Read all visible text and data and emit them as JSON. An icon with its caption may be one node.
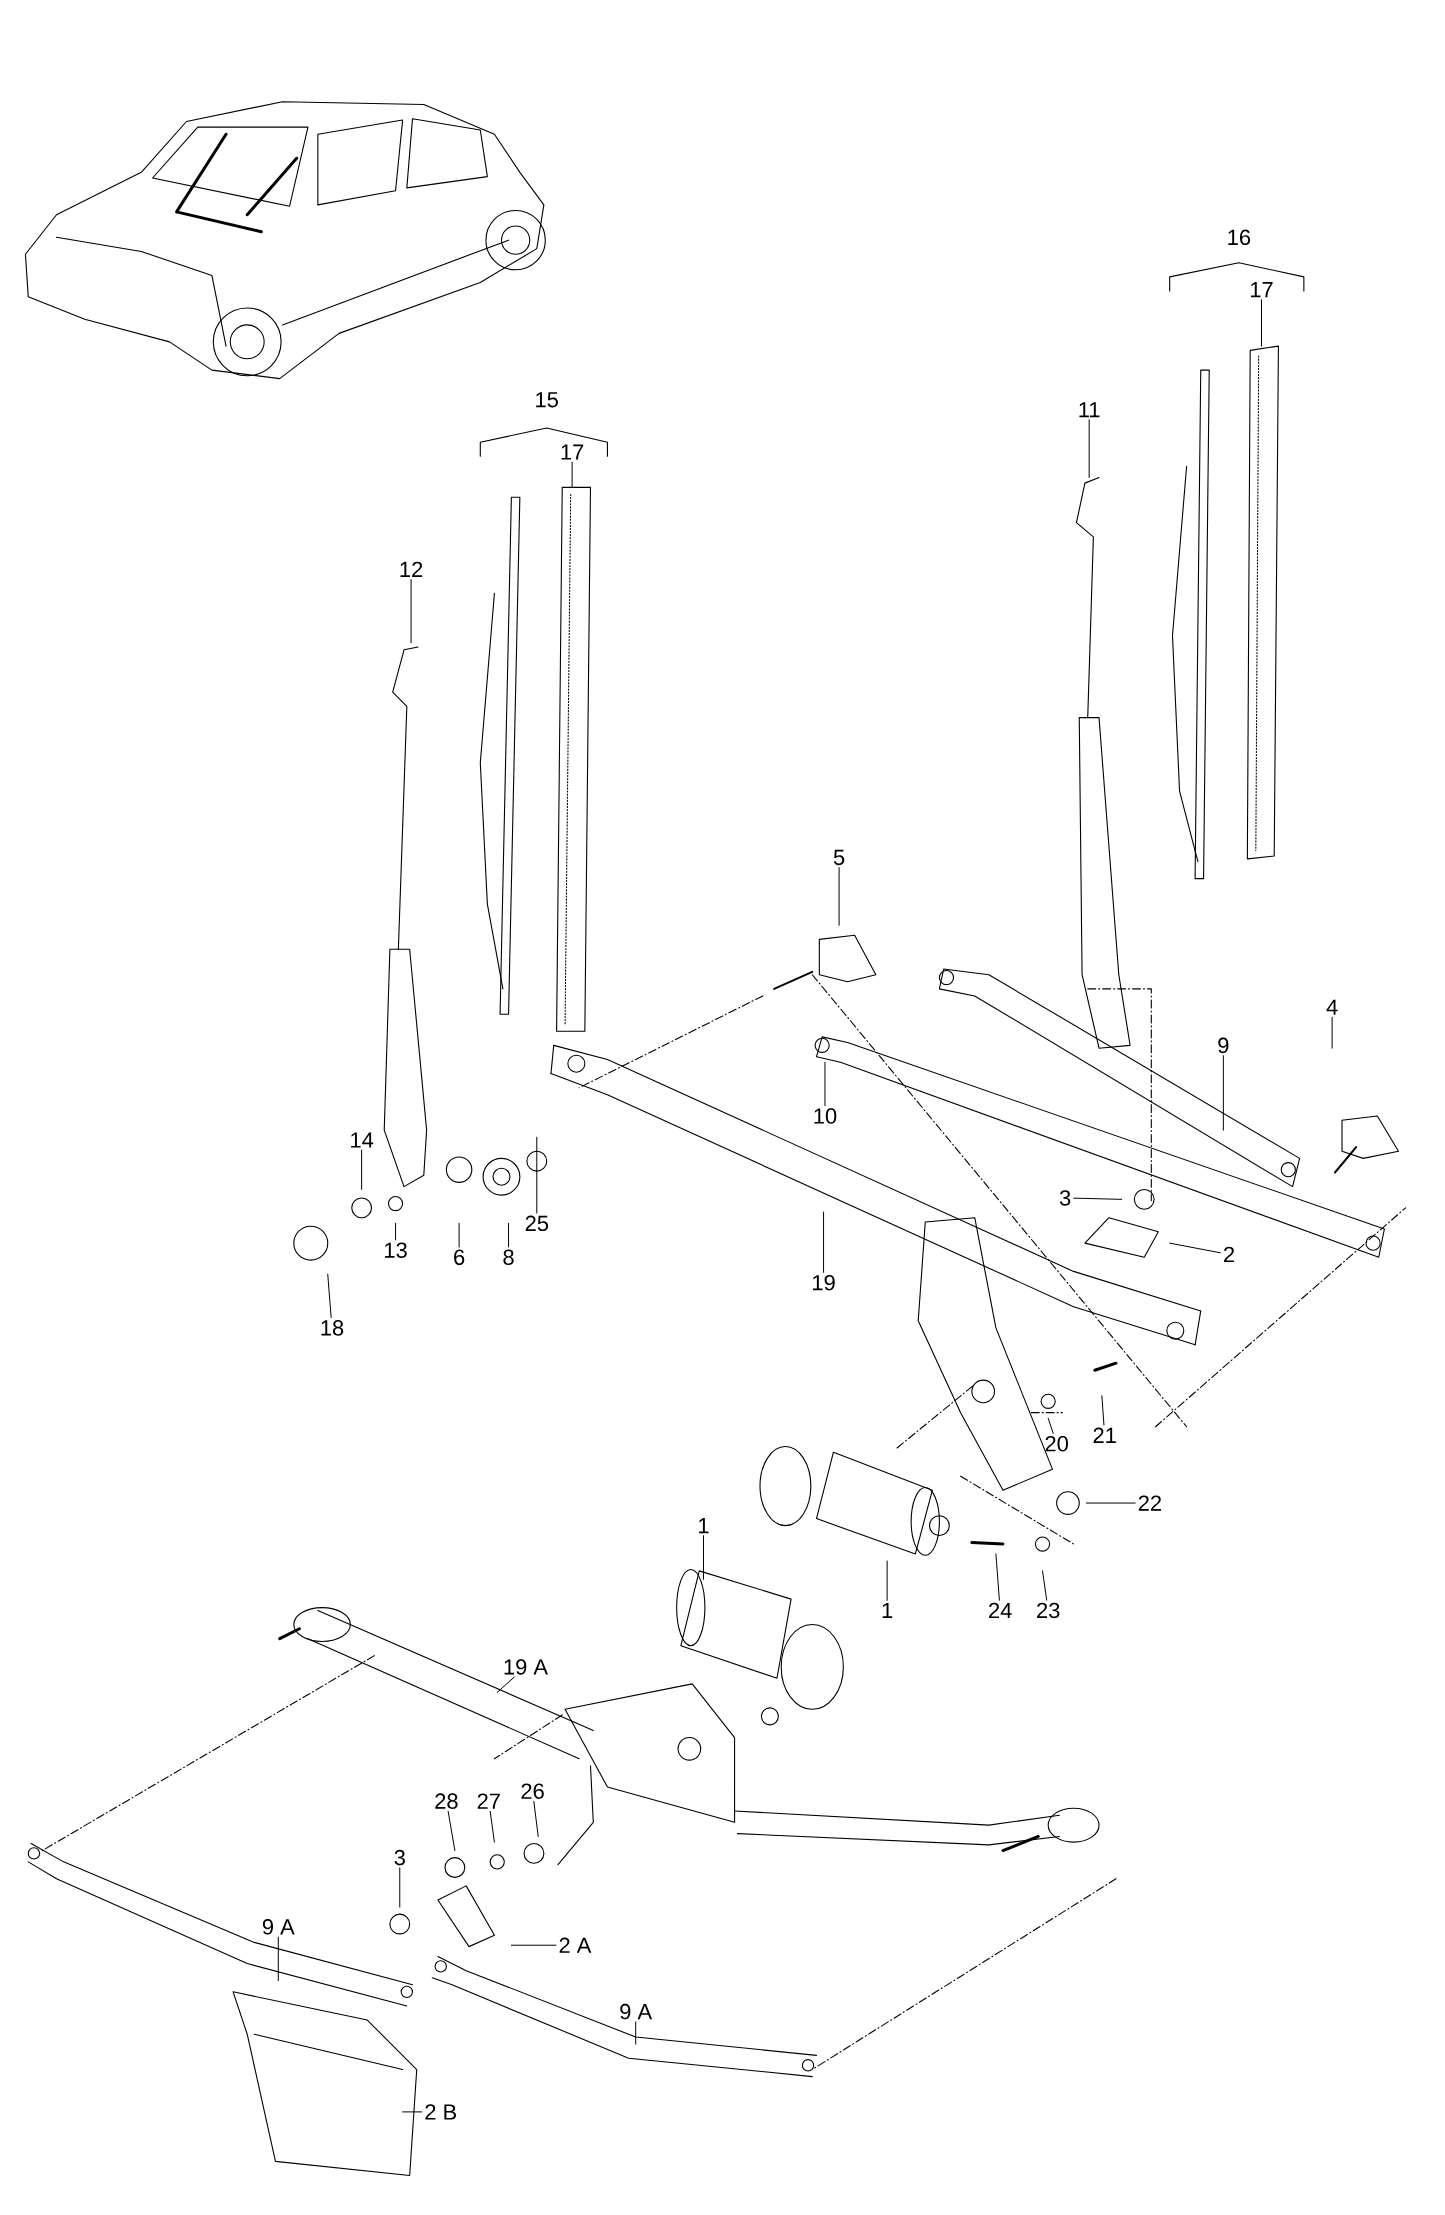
{
  "diagram": {
    "nodes": [
      {
        "text": [
          "17"
        ]
      },
      {
        "text": [
          "17"
        ]
      },
      {
        "text": [
          "11"
        ]
      },
      {
        "text": [
          "12"
        ]
      },
      {
        "text": [
          "5"
        ]
      },
      {
        "text": [
          "4"
        ]
      },
      {
        "text": [
          "9"
        ]
      },
      {
        "text": [
          "10"
        ]
      },
      {
        "text": [
          "14"
        ]
      },
      {
        "text": [
          "3"
        ]
      },
      {
        "text": [
          "2"
        ]
      },
      {
        "text": [
          "13"
        ]
      },
      {
        "text": [
          "6"
        ]
      },
      {
        "text": [
          "8"
        ]
      },
      {
        "text": [
          "25"
        ]
      },
      {
        "text": [
          "19"
        ]
      },
      {
        "text": [
          "18"
        ]
      },
      {
        "text": [
          "20"
        ]
      },
      {
        "text": [
          "21"
        ]
      },
      {
        "text": [
          "22"
        ]
      },
      {
        "text": [
          "1"
        ]
      },
      {
        "text": [
          "1"
        ]
      },
      {
        "text": [
          "24"
        ]
      },
      {
        "text": [
          "23"
        ]
      },
      {
        "text": [
          "19 A"
        ]
      },
      {
        "text": [
          "28"
        ]
      },
      {
        "text": [
          "27"
        ]
      },
      {
        "text": [
          "26"
        ]
      },
      {
        "text": [
          "3"
        ]
      },
      {
        "text": [
          "2 A"
        ]
      },
      {
        "text": [
          "9 A"
        ]
      },
      {
        "text": [
          "9 A"
        ]
      },
      {
        "text": [
          "2 B"
        ]
      }
    ],
    "edges": [
      {
        "from": 0,
        "to": null,
        "arrow": "none"
      },
      {
        "from": 1,
        "to": null,
        "arrow": "none"
      },
      {
        "from": 2,
        "to": null,
        "arrow": "none"
      },
      {
        "from": 3,
        "to": null,
        "arrow": "none"
      },
      {
        "from": 4,
        "to": null,
        "arrow": "none"
      },
      {
        "from": 5,
        "to": null,
        "arrow": "none"
      },
      {
        "from": 6,
        "to": null,
        "arrow": "none"
      },
      {
        "from": 7,
        "to": null,
        "arrow": "none"
      },
      {
        "from": 8,
        "to": null,
        "arrow": "none"
      },
      {
        "from": 9,
        "to": null,
        "arrow": "none"
      },
      {
        "from": 10,
        "to": null,
        "arrow": "none"
      },
      {
        "from": 11,
        "to": null,
        "arrow": "none"
      },
      {
        "from": 12,
        "to": null,
        "arrow": "none"
      },
      {
        "from": 13,
        "to": null,
        "arrow": "none"
      },
      {
        "from": 14,
        "to": null,
        "arrow": "none"
      },
      {
        "from": 15,
        "to": null,
        "arrow": "none"
      },
      {
        "from": 16,
        "to": null,
        "arrow": "none"
      },
      {
        "from": 17,
        "to": null,
        "arrow": "none"
      },
      {
        "from": 18,
        "to": null,
        "arrow": "none"
      },
      {
        "from": 19,
        "to": null,
        "arrow": "none"
      },
      {
        "from": 20,
        "to": null,
        "arrow": "none"
      },
      {
        "from": 21,
        "to": null,
        "arrow": "none"
      },
      {
        "from": 22,
        "to": null,
        "arrow": "none"
      },
      {
        "from": 23,
        "to": null,
        "arrow": "none"
      },
      {
        "from": 24,
        "to": null,
        "arrow": "none"
      },
      {
        "from": 25,
        "to": null,
        "arrow": "none"
      },
      {
        "from": 26,
        "to": null,
        "arrow": "none"
      },
      {
        "from": 27,
        "to": null,
        "arrow": "none"
      },
      {
        "from": 28,
        "to": null,
        "arrow": "none"
      },
      {
        "from": 29,
        "to": null,
        "arrow": "none"
      },
      {
        "from": 30,
        "to": null,
        "arrow": "none"
      },
      {
        "from": 31,
        "to": null,
        "arrow": "none"
      },
      {
        "from": 32,
        "to": null,
        "arrow": "none"
      }
    ],
    "labels": [
      "16",
      "15"
    ]
  }
}
